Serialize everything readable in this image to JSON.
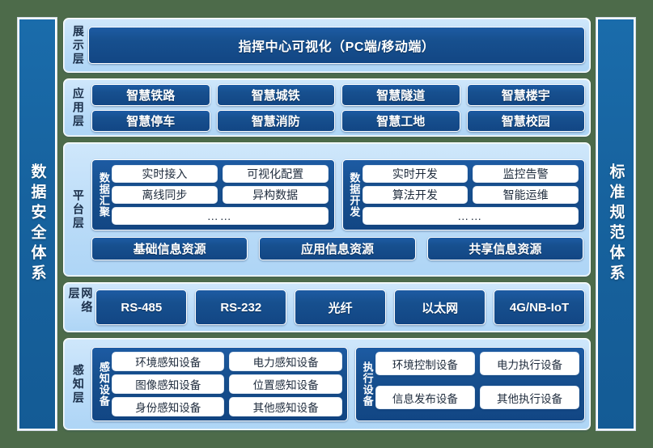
{
  "colors": {
    "page_background": "#4d6b4a",
    "panel_light_blue": "#bbdcf8",
    "chip_dark_blue": "#17508f",
    "pillar_blue": "#17639f",
    "chip_white": "#ffffff",
    "label_text": "#1b2f4a"
  },
  "pillars": {
    "left": "数据安全体系",
    "right": "标准规范体系"
  },
  "layers": {
    "presentation": {
      "label": "展示层",
      "banner": "指挥中心可视化（PC端/移动端）"
    },
    "application": {
      "label": "应用层",
      "items": [
        "智慧铁路",
        "智慧城铁",
        "智慧隧道",
        "智慧楼宇",
        "智慧停车",
        "智慧消防",
        "智慧工地",
        "智慧校园"
      ]
    },
    "platform": {
      "label": "平台层",
      "groups": [
        {
          "label": "数据汇聚",
          "items": [
            "实时接入",
            "可视化配置",
            "离线同步",
            "异构数据"
          ],
          "more": "……"
        },
        {
          "label": "数据开发",
          "items": [
            "实时开发",
            "监控告警",
            "算法开发",
            "智能运维"
          ],
          "more": "……"
        }
      ],
      "resources": [
        "基础信息资源",
        "应用信息资源",
        "共享信息资源"
      ]
    },
    "network": {
      "label": "网络层",
      "items": [
        "RS-485",
        "RS-232",
        "光纤",
        "以太网",
        "4G/NB-IoT"
      ]
    },
    "perception": {
      "label": "感知层",
      "groups": [
        {
          "label": "感知设备",
          "items": [
            "环境感知设备",
            "电力感知设备",
            "图像感知设备",
            "位置感知设备",
            "身份感知设备",
            "其他感知设备"
          ]
        },
        {
          "label": "执行设备",
          "items": [
            "环境控制设备",
            "电力执行设备",
            "信息发布设备",
            "其他执行设备"
          ]
        }
      ]
    }
  }
}
